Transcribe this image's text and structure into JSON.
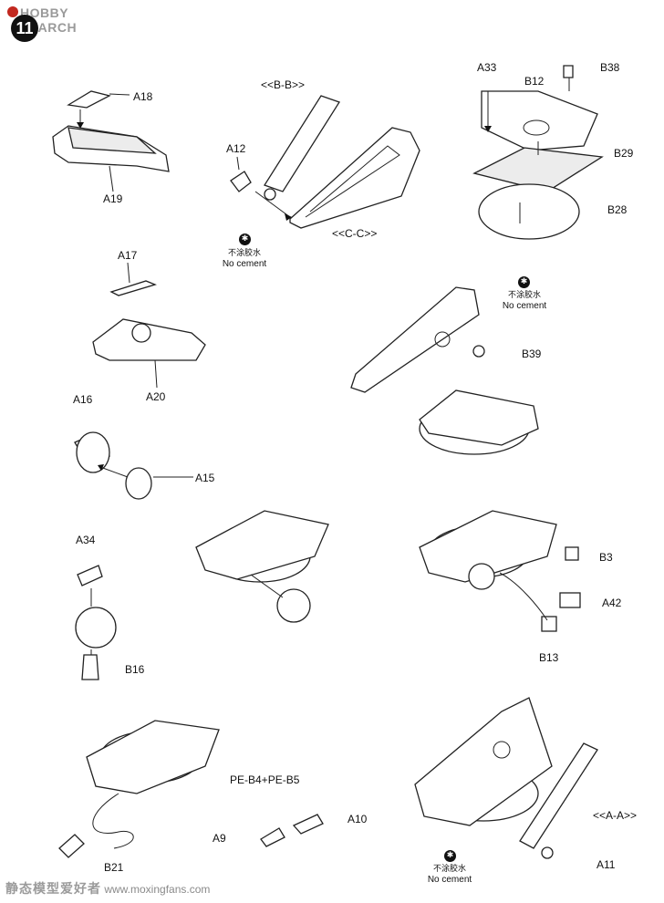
{
  "header": {
    "logo": "HOBBY SEARCH"
  },
  "step": {
    "number": "11"
  },
  "watermark": {
    "cn": "静态模型爱好者",
    "url": "www.moxingfans.com"
  },
  "labels": {
    "A18": "A18",
    "A19": "A19",
    "BB": "<<B-B>>",
    "A12": "A12",
    "CC": "<<C-C>>",
    "A33": "A33",
    "B12": "B12",
    "B38": "B38",
    "B29": "B29",
    "B28": "B28",
    "A17": "A17",
    "A20": "A20",
    "B39": "B39",
    "A16": "A16",
    "A15": "A15",
    "A34": "A34",
    "B16": "B16",
    "B3": "B3",
    "A42": "A42",
    "B13": "B13",
    "PEB": "PE-B4+PE-B5",
    "A10": "A10",
    "A9": "A9",
    "B21": "B21",
    "AA": "<<A-A>>",
    "A11": "A11"
  },
  "no_cement": {
    "zh": "不涂胶水",
    "en": "No cement"
  }
}
